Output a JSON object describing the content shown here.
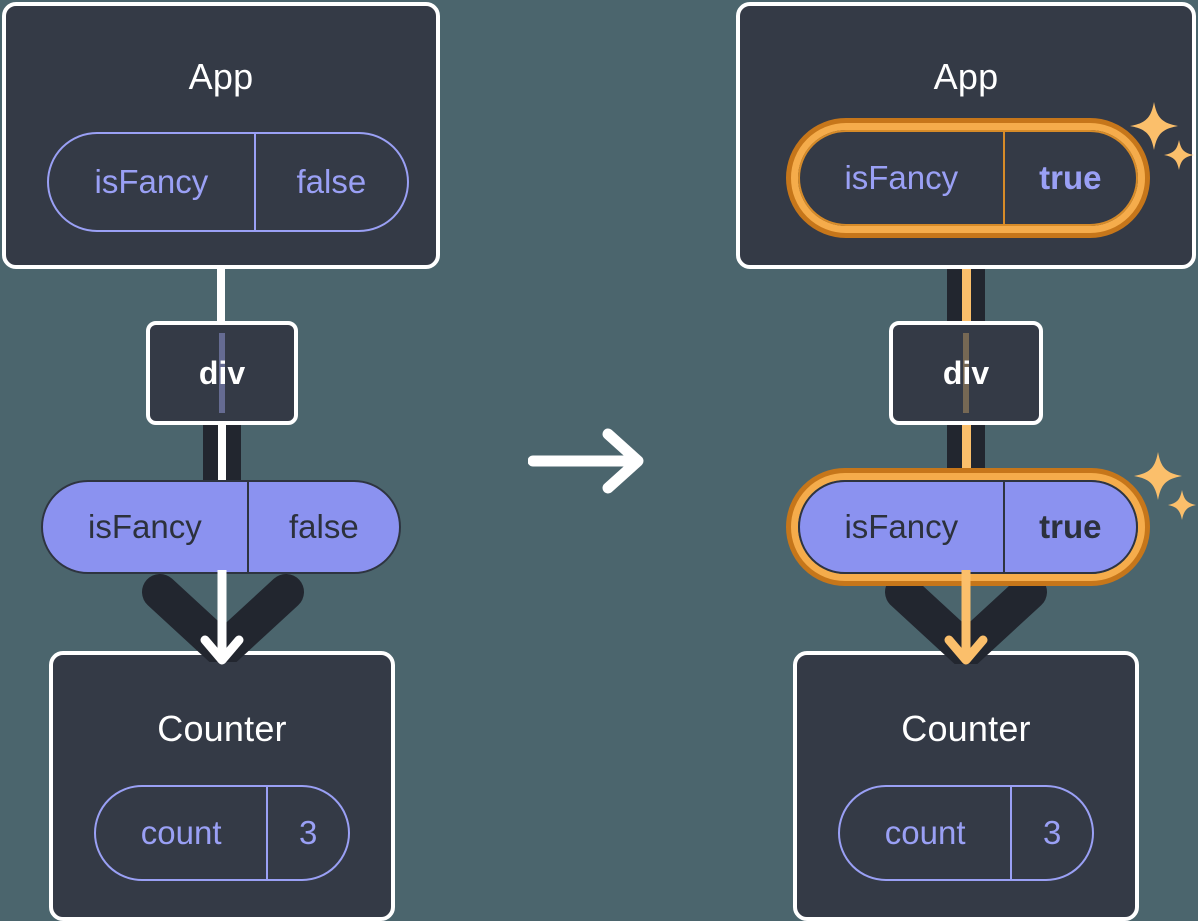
{
  "diagram": {
    "type": "react-state-propagation",
    "background_color": "#4b656d",
    "panels": [
      {
        "id": "before",
        "root": {
          "name": "App",
          "state": {
            "key": "isFancy",
            "value": "false",
            "highlighted": false
          }
        },
        "intermediate": {
          "name": "div"
        },
        "prop": {
          "key": "isFancy",
          "value": "false",
          "highlighted": false
        },
        "child": {
          "name": "Counter",
          "state": {
            "key": "count",
            "value": "3",
            "highlighted": false
          }
        },
        "arrow_color": "#ffffff",
        "sparkles": false
      },
      {
        "id": "after",
        "root": {
          "name": "App",
          "state": {
            "key": "isFancy",
            "value": "true",
            "highlighted": true
          }
        },
        "intermediate": {
          "name": "div"
        },
        "prop": {
          "key": "isFancy",
          "value": "true",
          "highlighted": true
        },
        "child": {
          "name": "Counter",
          "state": {
            "key": "count",
            "value": "3",
            "highlighted": false
          }
        },
        "arrow_color": "#fbbf6b",
        "sparkles": true
      }
    ],
    "transition": {
      "icon": "arrow-right-icon",
      "color": "#ffffff"
    },
    "colors": {
      "background": "#4b656d",
      "box_fill": "#343a46",
      "box_stroke": "#ffffff",
      "pill_fill": "#8b92f0",
      "pill_outline": "#9aa0f5",
      "pill_text_dark": "#2c313c",
      "highlight_outer": "#c6761a",
      "highlight_inner": "#f5ac4b",
      "sparkle": "#fbbf6b",
      "connector_dark": "#22262f",
      "connector_light": "#ffffff",
      "connector_accent": "#fbbf6b"
    }
  }
}
